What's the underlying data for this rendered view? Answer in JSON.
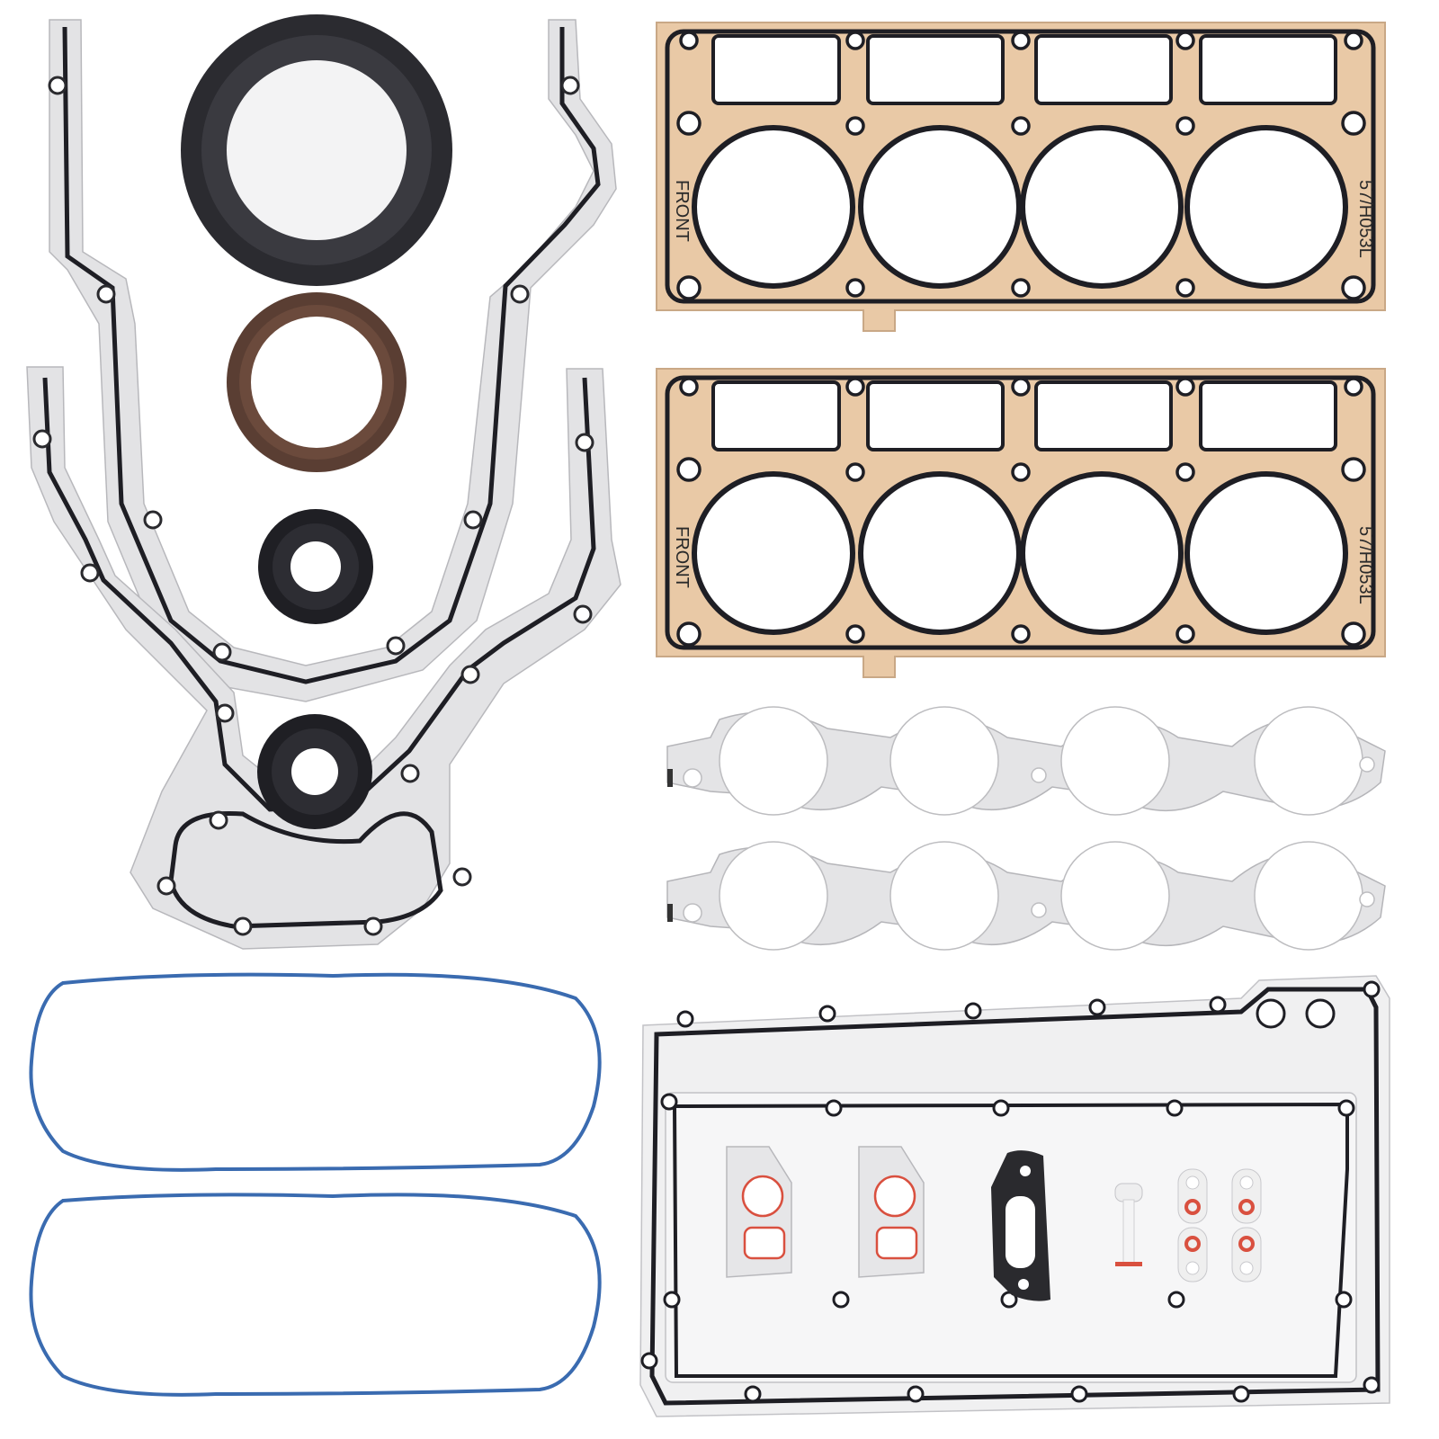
{
  "image": {
    "subject": "Engine gasket kit product photo",
    "background": "#ffffff"
  },
  "parts": {
    "head_gaskets": {
      "count": 2,
      "front_marking": "FRONT",
      "part_marking": "57/H053L",
      "color_body": "#e9c9a6",
      "color_seal": "#1e1e24"
    },
    "exhaust_manifold_gaskets": {
      "count": 2,
      "color": "#e4e4e6"
    },
    "timing_cover_gaskets": {
      "count": 2,
      "color": "#e2e2e4"
    },
    "seals": {
      "count": 4
    },
    "valve_cover_gaskets": {
      "count": 2,
      "color": "#3a6bb0"
    },
    "oil_pan_gasket": {
      "count": 1
    },
    "small_parts": {
      "count": 8,
      "accent_color": "#d9503f"
    }
  }
}
